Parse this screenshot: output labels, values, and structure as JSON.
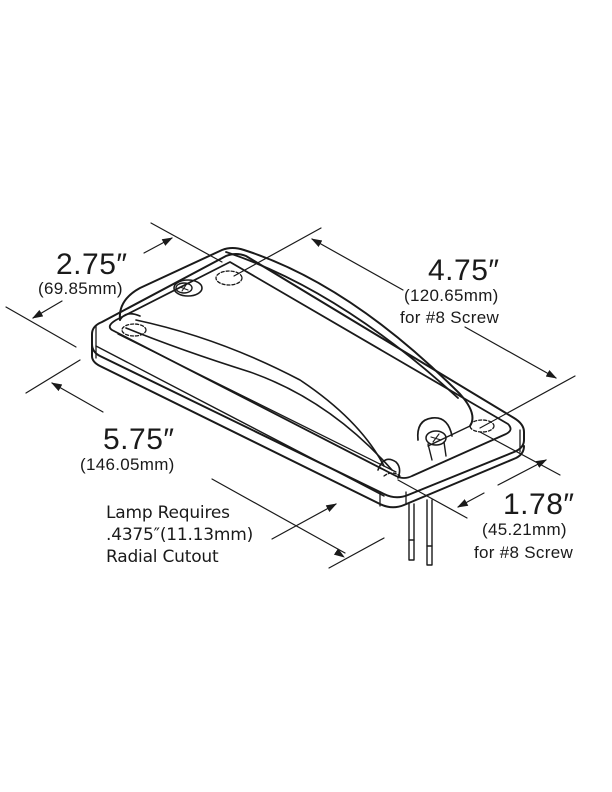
{
  "diagram": {
    "subject": "Rectangular lamp dimension drawing",
    "line_color": "#1a1a1a",
    "background": "#ffffff"
  },
  "dimensions": {
    "width": {
      "inches": "2.75″",
      "mm": "(69.85mm)"
    },
    "screw_spacing_long": {
      "inches": "4.75″",
      "mm": "(120.65mm)",
      "note": "for #8 Screw"
    },
    "length": {
      "inches": "5.75″",
      "mm": "(146.05mm)"
    },
    "screw_spacing_short": {
      "inches": "1.78″",
      "mm": "(45.21mm)",
      "note": "for #8 Screw"
    }
  },
  "cutout_note": {
    "line1": "Lamp Requires",
    "line2": ".4375″(11.13mm)",
    "line3": "Radial Cutout"
  }
}
